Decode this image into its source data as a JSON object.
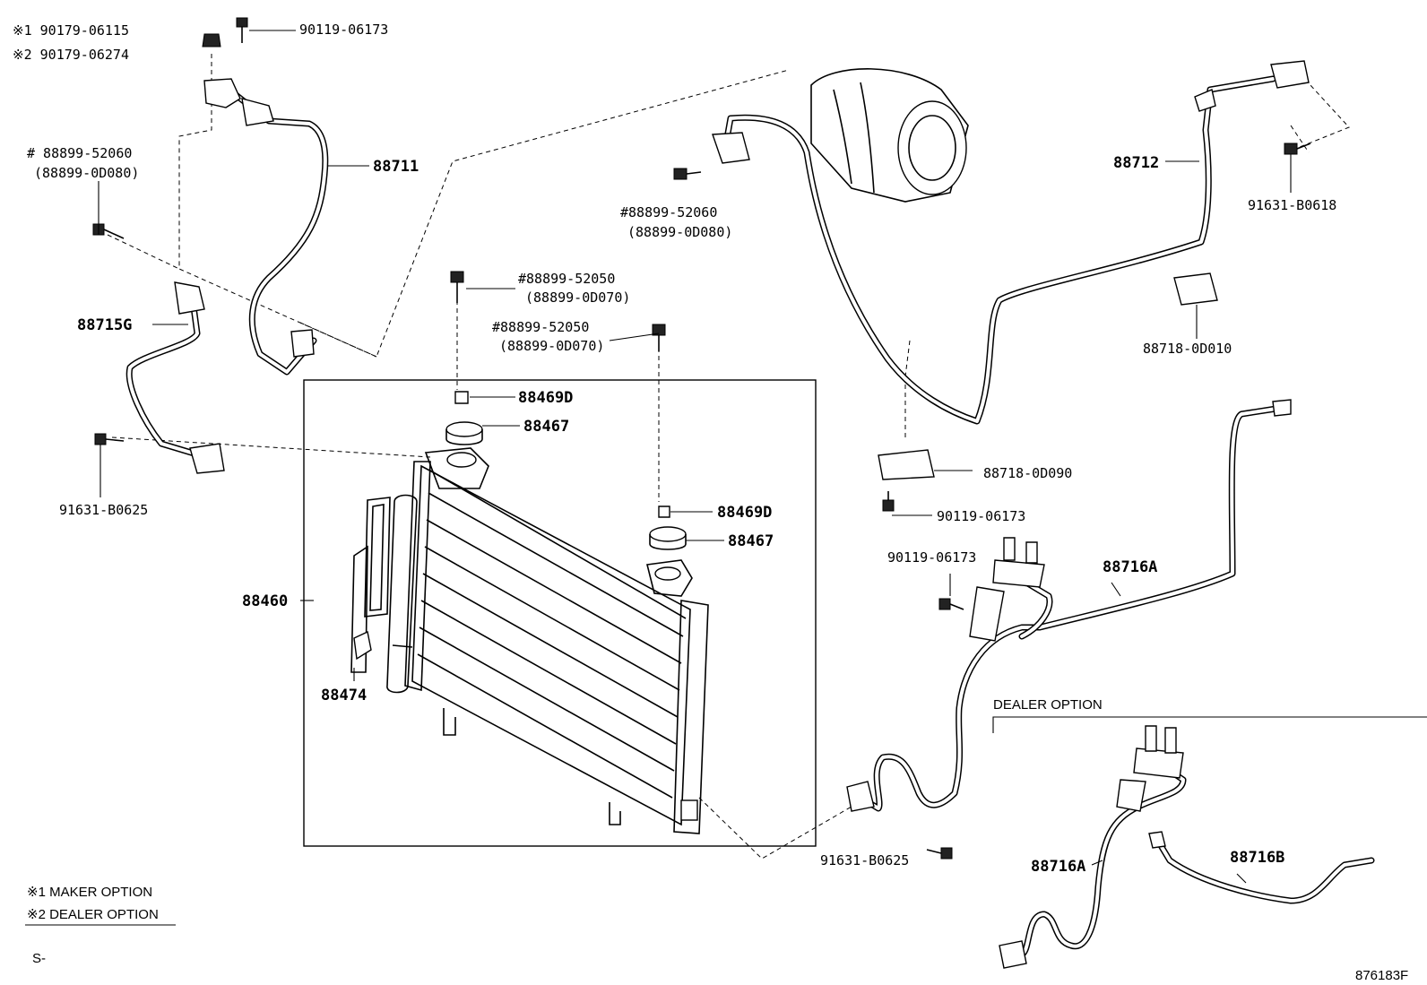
{
  "labels": {
    "p_90179_06115": "※1 90179-06115",
    "p_90179_06274": "※2 90179-06274",
    "p_90119_06173_top": "90119-06173",
    "p_88711": "88711",
    "p_88899_52060_left": "# 88899-52060",
    "p_88899_0d080_left": "(88899-0D080)",
    "p_88715g": "88715G",
    "p_91631_b0625_left": "91631-B0625",
    "p_88899_52060_mid": "#88899-52060",
    "p_88899_0d080_mid": "(88899-0D080)",
    "p_88899_52050_a": "#88899-52050",
    "p_88899_0d070_a": "(88899-0D070)",
    "p_88899_52050_b": "#88899-52050",
    "p_88899_0d070_b": "(88899-0D070)",
    "p_88469d_a": "88469D",
    "p_88467_a": "88467",
    "p_88469d_b": "88469D",
    "p_88467_b": "88467",
    "p_88460": "88460",
    "p_88474": "88474",
    "p_88712": "88712",
    "p_91631_b0618": "91631-B0618",
    "p_88718_0d010": "88718-0D010",
    "p_88718_0d090": "88718-0D090",
    "p_90119_06173_mid": "90119-06173",
    "p_90119_06173_low": "90119-06173",
    "p_88716a_top": "88716A",
    "p_91631_b0625_right": "91631-B0625",
    "p_88716a_bot": "88716A",
    "p_88716b": "88716B",
    "dealer_option_box": "DEALER OPTION",
    "legend_1": "※1 MAKER OPTION",
    "legend_2": "※2 DEALER OPTION",
    "s_mark": "S-",
    "diagram_number": "876183F"
  },
  "icons": [
    "bolt-icon",
    "clip-icon",
    "bracket-icon",
    "cushion-icon",
    "compressor-icon",
    "condenser-icon",
    "receiver-icon",
    "pipe-icon"
  ]
}
